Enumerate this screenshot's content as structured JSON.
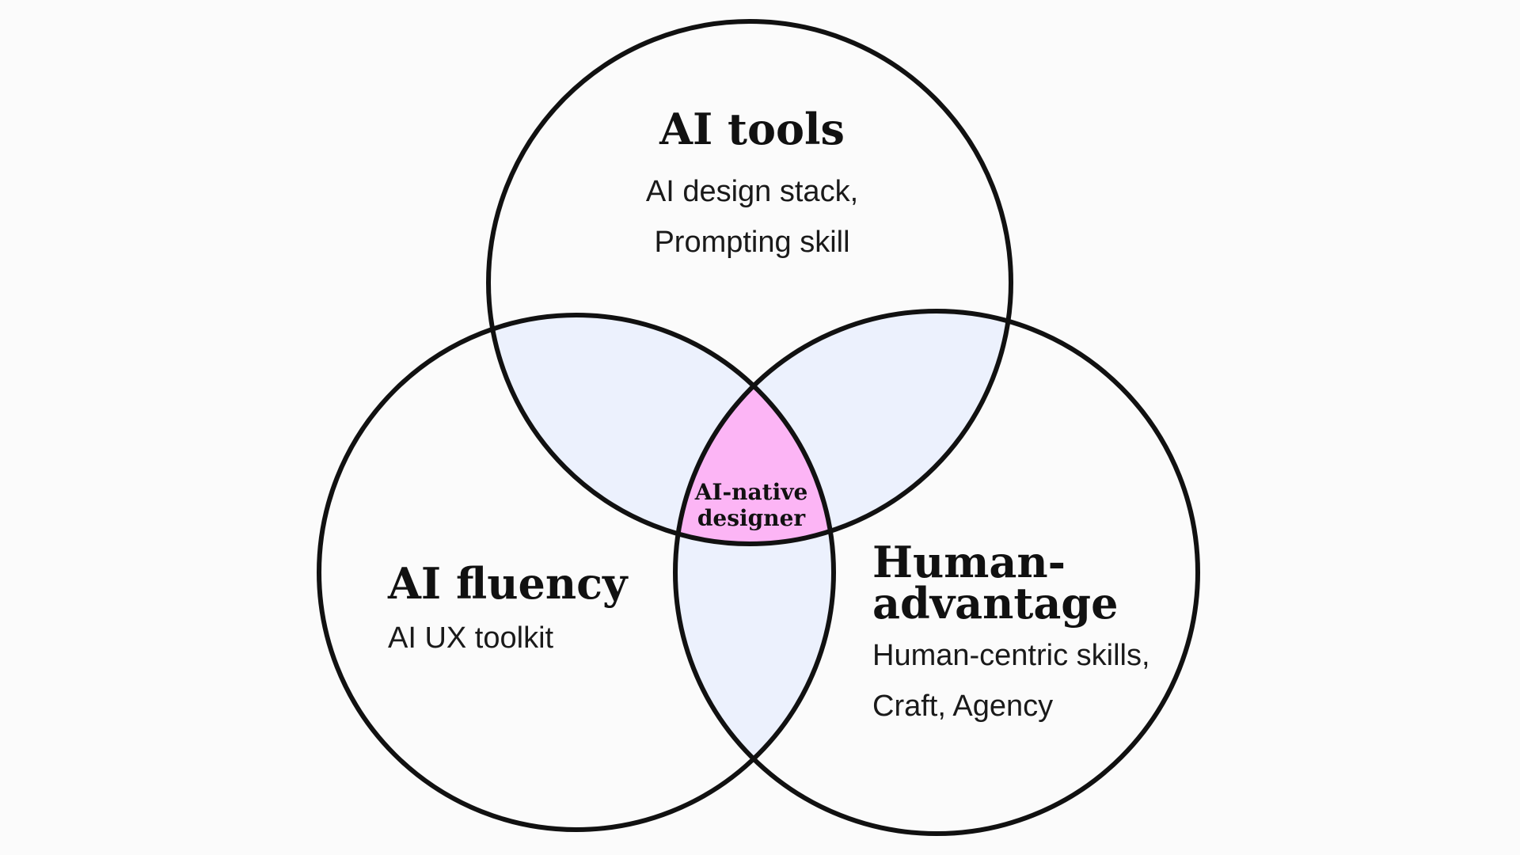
{
  "colors": {
    "background": "#fbfbfb",
    "circle_stroke": "#111111",
    "circle_fill": "#fbfbfb",
    "pair_overlap_fill": "#ecf1fd",
    "center_overlap_fill": "#fcb5f5"
  },
  "sets": {
    "top": {
      "title": "AI tools",
      "lines": [
        "AI design stack,",
        "Prompting skill"
      ]
    },
    "left": {
      "title": "AI fluency",
      "lines": [
        "AI UX toolkit"
      ]
    },
    "right": {
      "title_lines": [
        "Human-",
        "advantage"
      ],
      "lines": [
        "Human-centric skills,",
        "Craft, Agency"
      ]
    }
  },
  "intersection": {
    "lines": [
      "AI-native",
      "designer"
    ]
  }
}
